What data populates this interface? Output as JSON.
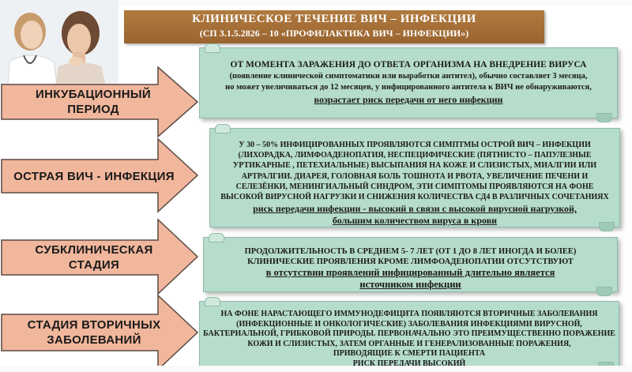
{
  "title": {
    "line1": "КЛИНИЧЕСКОЕ  ТЕЧЕНИЕ  ВИЧ – ИНФЕКЦИИ",
    "line2": "(СП 3.1.5.2826 – 10 «ПРОФИЛАКТИКА  ВИЧ – ИНФЕКЦИИ»)"
  },
  "stages": [
    {
      "label_line1": "ИНКУБАЦИОННЫЙ",
      "label_line2": "ПЕРИОД",
      "text_lines": [
        "ОТ МОМЕНТА ЗАРАЖЕНИЯ ДО ОТВЕТА ОРГАНИЗМА НА ВНЕДРЕНИЕ ВИРУСА",
        "(появление клинической симптоматики или выработки антител), обычно составляет 3 месяца,",
        "но может увеличиваться до 12 месяцев, у инфицированного антитела к ВИЧ не обнаруживаются,"
      ],
      "highlight_lines": [
        "возрастает риск передачи от него инфекции"
      ]
    },
    {
      "label_line1": "ОСТРАЯ ВИЧ - ИНФЕКЦИЯ",
      "label_line2": "",
      "text_lines": [
        "У 30 – 50% ИНФИЦИРОВАННЫХ ПРОЯВЛЯЮТСЯ СИМПТМЫ ОСТРОЙ ВИЧ – ИНФЕКЦИИ",
        "(ЛИХОРАДКА, ЛИМФОАДЕНОПАТИЯ, НЕСПЕЦИФИЧЕСКИЕ (ПЯТНИСТО – ПАПУЛЕЗНЫЕ",
        "УРТИКАРНЫЕ , ПЕТЕХИАЛЬНЫЕ) ВЫСЫПАНИЯ НА КОЖЕ И СЛИЗИСТЫХ,  МИАЛГИИ  ИЛИ",
        "АРТРАЛГИИ. ДИАРЕЯ, ГОЛОВНАЯ БОЛЬ  ТОШНОТА И РВОТА, УВЕЛИЧЕНИЕ ПЕЧЕНИ И",
        "СЕЛЕЗЁНКИ,  МЕНИНГИАЛЬНЫЙ СИНДРОМ, ЭТИ СИМПТОМЫ ПРОЯВЛЯЮТСЯ НА ФОНЕ",
        "ВЫСОКОЙ ВИРУСНОЙ НАГРУЗКИ И СНИЖЕНИЯ КОЛИЧЕСТВА СД4  В РАЗЛИЧНЫХ СОЧЕТАНИЯХ"
      ],
      "highlight_lines": [
        "риск передачи инфекции - высокий в связи с высокой вирусной нагрузкой,",
        "большим количеством вируса в крови"
      ]
    },
    {
      "label_line1": "СУБКЛИНИЧЕСКАЯ",
      "label_line2": "СТАДИЯ",
      "text_lines": [
        "ПРОДОЛЖИТЕЛЬНОСТЬ В СРЕДНЕМ 5- 7 ЛЕТ (ОТ 1 ДО 8 ЛЕТ ИНОГДА И БОЛЕЕ)",
        "КЛИНИЧЕСКИЕ ПРОЯВЛЕНИЯ КРОМЕ ЛИМФОАДЕНОПАТИИ ОТСУТСТВУЮТ"
      ],
      "highlight_lines": [
        "в отсутствии проявлений инфицированный длительно является",
        "источником инфекции"
      ]
    },
    {
      "label_line1": "СТАДИЯ ВТОРИЧНЫХ",
      "label_line2": "ЗАБОЛЕВАНИЙ",
      "text_lines": [
        "НА ФОНЕ НАРАСТАЮЩЕГО ИММУНОДЕФИЦИТА ПОЯВЛЯЮТСЯ ВТОРИЧНЫЕ ЗАБОЛЕВАНИЯ",
        "(ИНФЕКЦИОННЫЕ И ОНКОЛОГИЧЕСКИЕ) ЗАБОЛЕВАНИЯ ИНФЕКЦИЯМИ ВИРУСНОЙ,",
        "БАКТЕРИАЛЬНОЙ, ГРИБКОВОЙ ПРИРОДЫ. ПЕРВОНАЧАЛЬНО ЭТО ПРЕИМУЩЕСТВЕННО ПОРАЖЕНИЕ",
        "КОЖИ И СЛИЗИСТЫХ, ЗАТЕМ ОРГАННЫЕ И ГЕНЕРАЛИЗОВАННЫЕ ПОРАЖЕНИЯ,",
        "ПРИВОДЯЩИЕ К СМЕРТИ ПАЦИЕНТА"
      ],
      "highlight_lines": [
        "РИСК ПЕРЕДАЧИ ВЫСОКИЙ"
      ]
    }
  ]
}
